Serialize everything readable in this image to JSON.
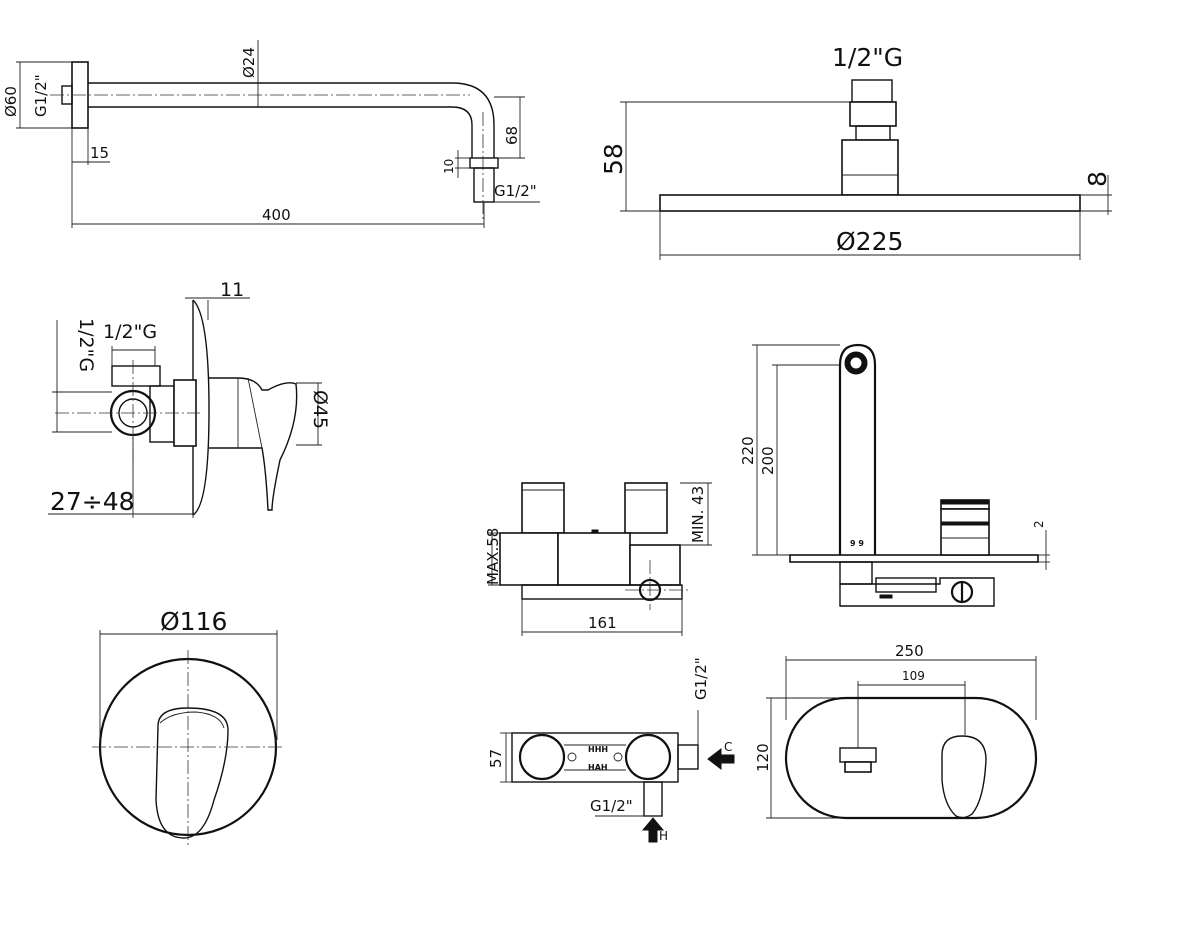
{
  "colors": {
    "line": "#111111",
    "background": "#ffffff"
  },
  "shower_arm": {
    "flange_dia": "Ø60",
    "thread_left": "G1/2\"",
    "tube_dia": "Ø24",
    "offset": "15",
    "drop": "68",
    "outlet_length": "10",
    "thread_outlet": "G1/2\"",
    "length": "400"
  },
  "shower_head": {
    "connection": "1/2\"G",
    "height": "58",
    "thickness": "8",
    "diameter": "Ø225"
  },
  "mixer_side": {
    "offset": "11",
    "connection_top": "1/2\"G",
    "connection_side": "1/2\"G",
    "handle_dia": "Ø45",
    "wall_depth": "27÷48"
  },
  "mixer_front": {
    "plate_dia": "Ø116"
  },
  "body_front": {
    "min_depth": "MIN. 43",
    "max_depth": "MAX.58",
    "width": "161"
  },
  "spout_side": {
    "height_total": "220",
    "height_inner": "200",
    "plate_thickness": "2",
    "spout_marks": "9 9"
  },
  "body_top": {
    "height": "57",
    "thread_side": "G1/2\"",
    "thread_bottom": "G1/2\"",
    "cold_label": "C",
    "hot_label": "H",
    "mark_top": "HHH",
    "mark_bottom": "HAH"
  },
  "plate_front": {
    "width": "250",
    "spacing": "109",
    "height": "120"
  }
}
